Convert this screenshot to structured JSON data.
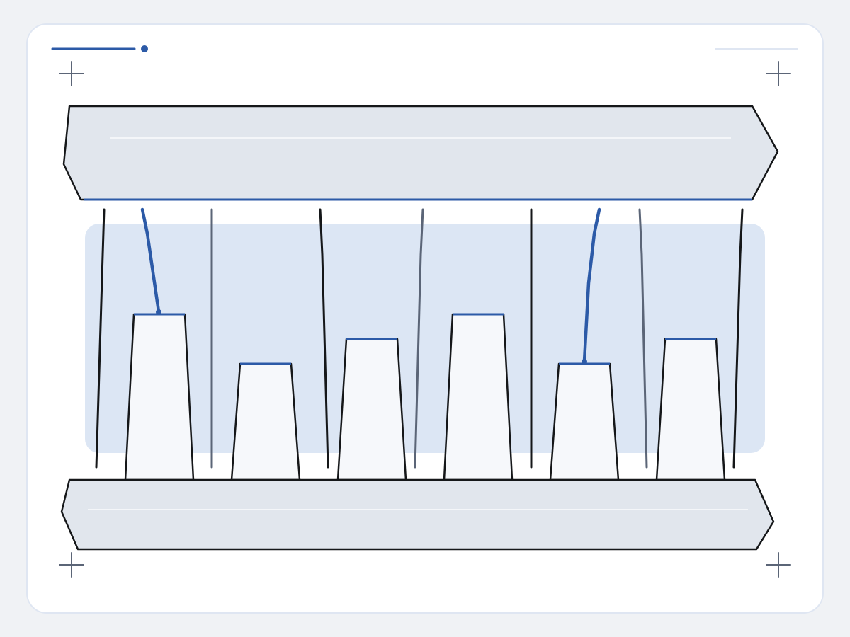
{
  "colors": {
    "page_background": "#f0f2f5",
    "card_background": "#ffffff",
    "card_border": "#dfe6f2",
    "beam_fill": "#e1e6ed",
    "beam_stroke": "#151719",
    "beam_highlight": "#f4f6f9",
    "accent_blue": "#2c5aa7",
    "panel_blue": "#dce6f4",
    "block_fill": "#f6f8fb",
    "strand_gray": "#5b6577",
    "strand_dark": "#151719",
    "cross_mark": "#5b6577"
  },
  "diagram": {
    "icons": [
      "crosshair-icon",
      "crosshair-icon",
      "crosshair-icon",
      "crosshair-icon"
    ],
    "blocks": [
      {
        "relative_height": 1.0,
        "connected": true
      },
      {
        "relative_height": 0.7,
        "connected": false
      },
      {
        "relative_height": 0.85,
        "connected": false
      },
      {
        "relative_height": 1.0,
        "connected": false
      },
      {
        "relative_height": 0.7,
        "connected": true
      },
      {
        "relative_height": 0.85,
        "connected": false
      }
    ],
    "strands": [
      {
        "tone": "dark"
      },
      {
        "tone": "blue",
        "connects_to_block": 1
      },
      {
        "tone": "gray"
      },
      {
        "tone": "dark"
      },
      {
        "tone": "gray"
      },
      {
        "tone": "dark"
      },
      {
        "tone": "blue",
        "connects_to_block": 5
      },
      {
        "tone": "gray"
      },
      {
        "tone": "dark"
      }
    ]
  }
}
